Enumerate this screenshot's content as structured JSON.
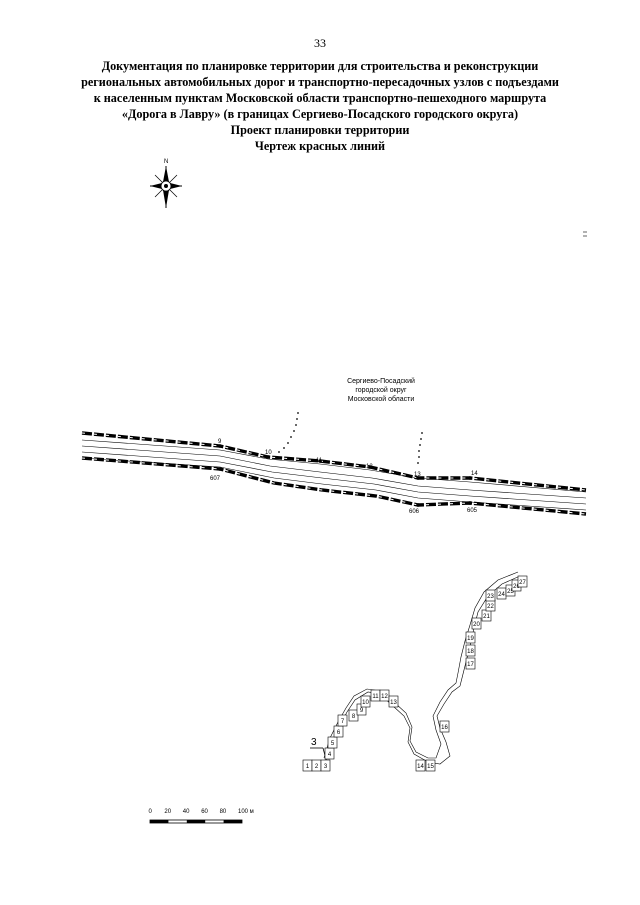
{
  "page": {
    "number": "33"
  },
  "title": {
    "lines": [
      "Документация по планировке территории для строительства и реконструкции",
      "региональных автомобильных дорог и транспортно-пересадочных узлов с подъездами",
      "к населенным пунктам Московской области транспортно-пешеходного маршрута",
      "«Дорога в Лавру» (в границах Сергиево-Посадского городского округа)",
      "Проект планировки территории",
      "Чертеж красных линий"
    ]
  },
  "north_arrow": {
    "label": "N"
  },
  "district_label": {
    "lines": [
      "Сергиево-Посадский",
      "городской округ",
      "Московской области"
    ]
  },
  "road_points_north": [
    "9",
    "10",
    "11",
    "12",
    "13",
    "14"
  ],
  "road_points_south": [
    "607",
    "606",
    "605"
  ],
  "parcels": [
    "1",
    "2",
    "3",
    "4",
    "5",
    "6",
    "7",
    "8",
    "9",
    "10",
    "11",
    "12",
    "13",
    "14",
    "15",
    "16",
    "17",
    "18",
    "19",
    "20",
    "21",
    "22",
    "23",
    "24",
    "25",
    "26",
    "27"
  ],
  "callout": {
    "label": "3"
  },
  "scale_bar": {
    "ticks": [
      "0",
      "20",
      "40",
      "60",
      "80",
      "100 м"
    ]
  }
}
